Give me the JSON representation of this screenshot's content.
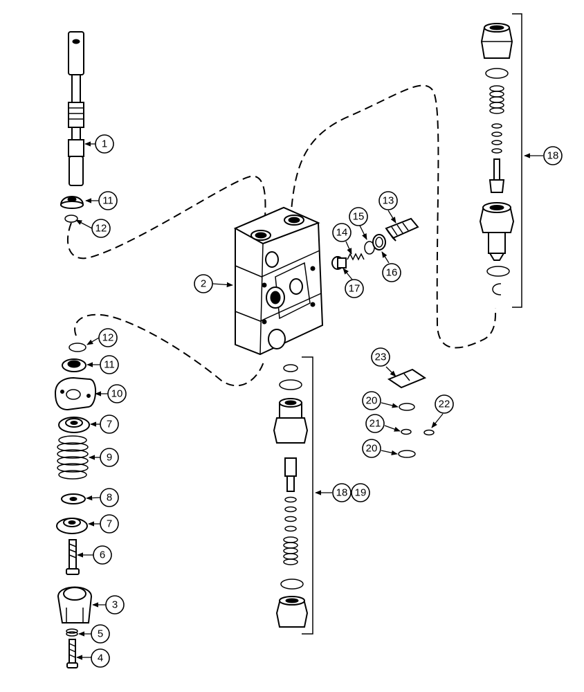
{
  "callouts": {
    "c1": "1",
    "c11a": "11",
    "c12a": "12",
    "c2": "2",
    "c12b": "12",
    "c11b": "11",
    "c10": "10",
    "c7a": "7",
    "c9": "9",
    "c8": "8",
    "c7b": "7",
    "c6": "6",
    "c3": "3",
    "c5": "5",
    "c4": "4",
    "c13": "13",
    "c14": "14",
    "c15": "15",
    "c16": "16",
    "c17": "17",
    "c18a": "18",
    "c18b": "18",
    "c19": "19",
    "c20a": "20",
    "c20b": "20",
    "c21": "21",
    "c22": "22",
    "c23": "23"
  }
}
